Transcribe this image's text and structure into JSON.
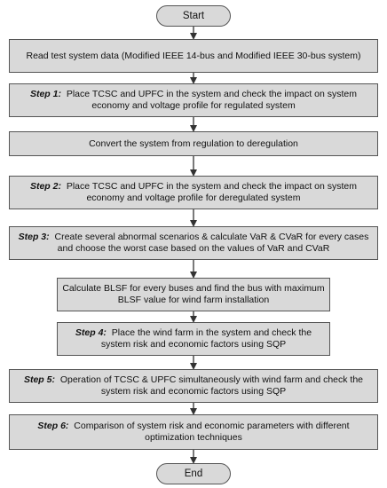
{
  "flowchart": {
    "start": "Start",
    "end": "End",
    "boxes": [
      {
        "step": "",
        "text": "Read test system data (Modified IEEE 14-bus and Modified IEEE 30-bus system)"
      },
      {
        "step": "Step 1:",
        "text": "Place TCSC and UPFC in the system and check the impact on system economy and voltage profile for regulated system"
      },
      {
        "step": "",
        "text": "Convert the system from regulation to deregulation"
      },
      {
        "step": "Step 2:",
        "text": "Place TCSC and UPFC in the system and check the impact on system economy and voltage profile for deregulated system"
      },
      {
        "step": "Step 3:",
        "text": "Create several abnormal scenarios & calculate VaR & CVaR for every cases and choose the worst case based on the values of VaR and CVaR"
      },
      {
        "step": "",
        "text": "Calculate BLSF for every buses and find the bus with maximum BLSF value for wind farm installation"
      },
      {
        "step": "Step 4:",
        "text": "Place the wind farm in the system and check the system risk and economic factors using SQP"
      },
      {
        "step": "Step 5:",
        "text": "Operation of TCSC & UPFC simultaneously with wind farm and check the system risk and economic factors using SQP"
      },
      {
        "step": "Step 6:",
        "text": "Comparison of system risk and economic parameters with different optimization techniques"
      }
    ],
    "colors": {
      "box_fill": "#d9d9d9",
      "border": "#555555",
      "arrow": "#333333"
    }
  }
}
